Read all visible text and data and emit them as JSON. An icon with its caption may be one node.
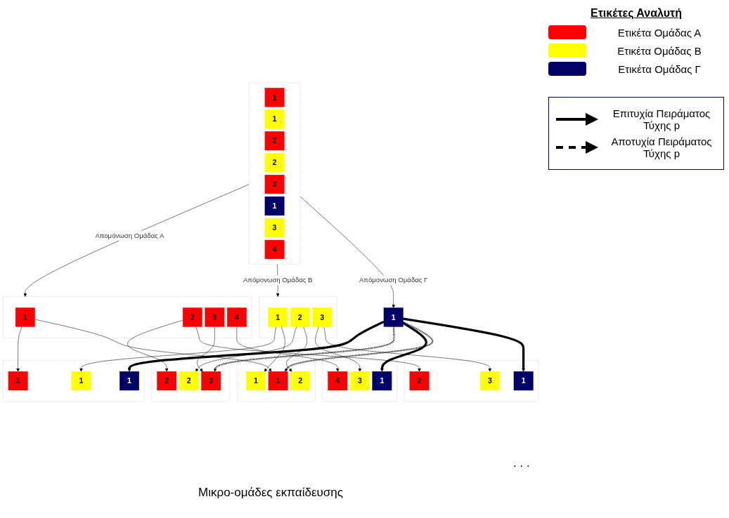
{
  "diagram": {
    "nodes": [
      {
        "text": [],
        "shape": "box"
      },
      {
        "text": [
          "1"
        ],
        "in": 0
      },
      {
        "text": [
          "1"
        ],
        "in": 0
      },
      {
        "text": [
          "2"
        ],
        "in": 0
      },
      {
        "text": [
          "2"
        ],
        "in": 0
      },
      {
        "text": [
          "3"
        ],
        "in": 0
      },
      {
        "text": [
          "1"
        ],
        "in": 0
      },
      {
        "text": [
          "3"
        ],
        "in": 0
      },
      {
        "text": [
          "4"
        ],
        "in": 0
      },
      {
        "text": [],
        "shape": "box"
      },
      {
        "text": [
          "1"
        ],
        "in": 9
      },
      {
        "text": [
          "2"
        ],
        "in": 9
      },
      {
        "text": [
          "3"
        ],
        "in": 9
      },
      {
        "text": [
          "4"
        ],
        "in": 9
      },
      {
        "text": [],
        "shape": "box"
      },
      {
        "text": [
          "1"
        ],
        "in": 14
      },
      {
        "text": [
          "2"
        ],
        "in": 14
      },
      {
        "text": [
          "3"
        ],
        "in": 14
      },
      {
        "text": [
          "1"
        ]
      },
      {
        "text": [],
        "shape": "box"
      },
      {
        "text": [
          "1"
        ],
        "in": 19
      },
      {
        "text": [
          "1"
        ],
        "in": 19
      },
      {
        "text": [
          "1"
        ],
        "in": 19
      },
      {
        "text": [],
        "shape": "box"
      },
      {
        "text": [
          "2"
        ],
        "in": 23
      },
      {
        "text": [
          "2"
        ],
        "in": 23
      },
      {
        "text": [
          "3"
        ],
        "in": 23
      },
      {
        "text": [],
        "shape": "box"
      },
      {
        "text": [
          "3"
        ],
        "in": 27
      },
      {
        "text": [
          "1"
        ],
        "in": 27
      },
      {
        "text": [
          "4"
        ],
        "in": 27
      },
      {
        "text": [],
        "shape": "box"
      },
      {
        "text": [
          "1"
        ],
        "in": 31
      },
      {
        "text": [
          "1"
        ],
        "in": 31
      },
      {
        "text": [
          "2"
        ],
        "in": 31
      },
      {
        "text": [],
        "shape": "box"
      },
      {
        "text": [
          "1"
        ],
        "in": 35
      },
      {
        "text": [
          "2"
        ],
        "in": 35
      },
      {
        "text": [
          "3"
        ],
        "in": 35
      }
    ],
    "edges": [
      {
        "from": 0,
        "to": 9,
        "arrow": "to",
        "label": "Απομόνωση Ομάδας Α"
      },
      {
        "from": 0,
        "to": 14,
        "arrow": "to",
        "label": "Απόμονωση Ομάδας Β"
      },
      {
        "from": 0,
        "to": 18,
        "arrow": "to",
        "label": "Απόμονωση Ομάδας Γ"
      },
      {
        "from": 10,
        "to": 20,
        "arrow": "to"
      },
      {
        "from": 10,
        "to": 33,
        "arrow": "to"
      },
      {
        "from": 11,
        "to": 24,
        "arrow": "to"
      },
      {
        "from": 11,
        "to": 37,
        "arrow": "to"
      },
      {
        "from": 12,
        "to": 26,
        "arrow": "to"
      },
      {
        "from": 13,
        "to": 30,
        "arrow": "to"
      },
      {
        "from": 15,
        "to": 21,
        "arrow": "to"
      },
      {
        "from": 15,
        "to": 32,
        "arrow": "to"
      },
      {
        "from": 16,
        "to": 25,
        "arrow": "to"
      },
      {
        "from": 16,
        "to": 34,
        "arrow": "to"
      },
      {
        "from": 17,
        "to": 28,
        "arrow": "to"
      },
      {
        "from": 17,
        "to": 38,
        "arrow": "to"
      },
      {
        "from": 18,
        "to": 22,
        "arrow": "to",
        "style": "thick"
      },
      {
        "from": 18,
        "to": 26,
        "arrow": "to",
        "style": "dashed"
      },
      {
        "from": 18,
        "to": 29,
        "arrow": "to",
        "style": "thick"
      },
      {
        "from": 18,
        "to": 33,
        "arrow": "to",
        "style": "dashed"
      },
      {
        "from": 18,
        "to": 36,
        "arrow": "to",
        "style": "thick"
      }
    ],
    "labels": [
      "Ετικέτες Αναλυτή",
      ". . .",
      "Μικρο-ομάδες εκπαίδευσης"
    ],
    "legend": [
      {
        "text": "Ετικέτα Ομάδας Α",
        "color": "#ff0000"
      },
      {
        "text": "Ετικέτα Ομάδας Β",
        "color": "#ffff00"
      },
      {
        "text": "Ετικέτα Ομάδας Γ",
        "color": "#000066"
      },
      {
        "text": "Επιτυχία Πειράματος Τύχης p"
      },
      {
        "text": "Αποτυχία Πειράματος Τύχης p"
      }
    ]
  }
}
